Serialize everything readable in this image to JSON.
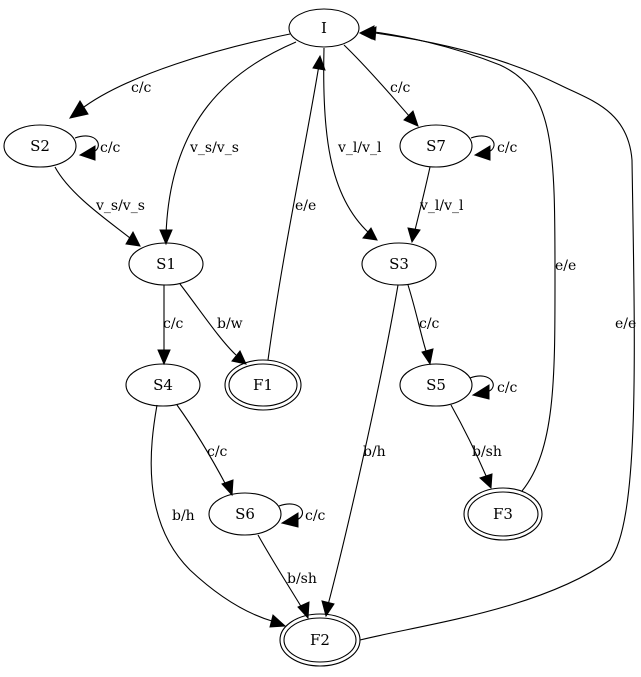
{
  "diagram": {
    "nodes": [
      {
        "id": "I",
        "label": "I",
        "final": false
      },
      {
        "id": "S2",
        "label": "S2",
        "final": false
      },
      {
        "id": "S7",
        "label": "S7",
        "final": false
      },
      {
        "id": "S1",
        "label": "S1",
        "final": false
      },
      {
        "id": "S3",
        "label": "S3",
        "final": false
      },
      {
        "id": "S4",
        "label": "S4",
        "final": false
      },
      {
        "id": "F1",
        "label": "F1",
        "final": true
      },
      {
        "id": "S5",
        "label": "S5",
        "final": false
      },
      {
        "id": "S6",
        "label": "S6",
        "final": false
      },
      {
        "id": "F3",
        "label": "F3",
        "final": true
      },
      {
        "id": "F2",
        "label": "F2",
        "final": true
      }
    ],
    "edges": [
      {
        "id": "I-S2",
        "from": "I",
        "to": "S2",
        "label": "c/c"
      },
      {
        "id": "S2-S2",
        "from": "S2",
        "to": "S2",
        "label": "c/c"
      },
      {
        "id": "I-S1",
        "from": "I",
        "to": "S1",
        "label": "v_s/v_s"
      },
      {
        "id": "S2-S1",
        "from": "S2",
        "to": "S1",
        "label": "v_s/v_s"
      },
      {
        "id": "I-S3",
        "from": "I",
        "to": "S3",
        "label": "v_l/v_l"
      },
      {
        "id": "I-S7",
        "from": "I",
        "to": "S7",
        "label": "c/c"
      },
      {
        "id": "S7-S7",
        "from": "S7",
        "to": "S7",
        "label": "c/c"
      },
      {
        "id": "S7-S3",
        "from": "S7",
        "to": "S3",
        "label": "v_l/v_l"
      },
      {
        "id": "F1-I",
        "from": "F1",
        "to": "I",
        "label": "e/e"
      },
      {
        "id": "S1-S4",
        "from": "S1",
        "to": "S4",
        "label": "c/c"
      },
      {
        "id": "S1-F1",
        "from": "S1",
        "to": "F1",
        "label": "b/w"
      },
      {
        "id": "S3-S5",
        "from": "S3",
        "to": "S5",
        "label": "c/c"
      },
      {
        "id": "S3-F2",
        "from": "S3",
        "to": "F2",
        "label": "b/h"
      },
      {
        "id": "S5-S5",
        "from": "S5",
        "to": "S5",
        "label": "c/c"
      },
      {
        "id": "S5-F3",
        "from": "S5",
        "to": "F3",
        "label": "b/sh"
      },
      {
        "id": "F3-I",
        "from": "F3",
        "to": "I",
        "label": "e/e"
      },
      {
        "id": "S4-S6",
        "from": "S4",
        "to": "S6",
        "label": "c/c"
      },
      {
        "id": "S4-F2",
        "from": "S4",
        "to": "F2",
        "label": "b/h"
      },
      {
        "id": "S6-S6",
        "from": "S6",
        "to": "S6",
        "label": "c/c"
      },
      {
        "id": "S6-F2",
        "from": "S6",
        "to": "F2",
        "label": "b/sh"
      },
      {
        "id": "F2-I",
        "from": "F2",
        "to": "I",
        "label": "e/e"
      }
    ]
  }
}
